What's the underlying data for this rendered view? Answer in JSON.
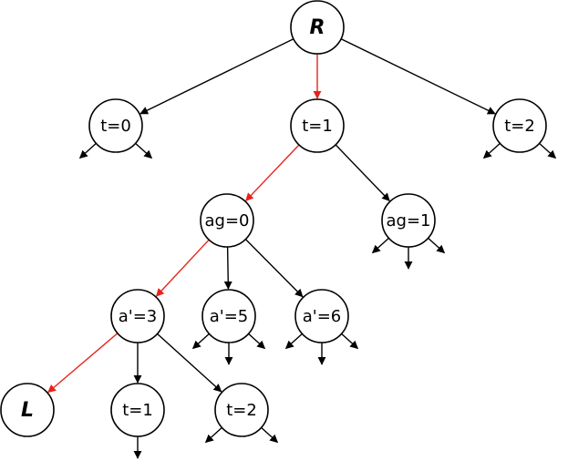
{
  "colors": {
    "edge_default": "#000000",
    "edge_highlight": "#e8231c",
    "node_fill": "#ffffff",
    "node_stroke": "#000000"
  },
  "nodes": [
    {
      "id": "root",
      "label": "R",
      "style": "bold"
    },
    {
      "id": "t0",
      "label": "t=0"
    },
    {
      "id": "t1",
      "label": "t=1"
    },
    {
      "id": "t2",
      "label": "t=2"
    },
    {
      "id": "ag0",
      "label": "ag=0"
    },
    {
      "id": "ag1",
      "label": "ag=1"
    },
    {
      "id": "a3",
      "label": "a'=3"
    },
    {
      "id": "a5",
      "label": "a'=5"
    },
    {
      "id": "a6",
      "label": "a'=6"
    },
    {
      "id": "leaf",
      "label": "L",
      "style": "bold"
    },
    {
      "id": "t1b",
      "label": "t=1"
    },
    {
      "id": "t2b",
      "label": "t=2"
    }
  ],
  "edges": [
    {
      "from": "root",
      "to": "t0"
    },
    {
      "from": "root",
      "to": "t1",
      "highlight": true
    },
    {
      "from": "root",
      "to": "t2"
    },
    {
      "from": "t1",
      "to": "ag0",
      "highlight": true
    },
    {
      "from": "t1",
      "to": "ag1"
    },
    {
      "from": "ag0",
      "to": "a3",
      "highlight": true
    },
    {
      "from": "ag0",
      "to": "a5"
    },
    {
      "from": "ag0",
      "to": "a6"
    },
    {
      "from": "a3",
      "to": "leaf",
      "highlight": true
    },
    {
      "from": "a3",
      "to": "t1b"
    },
    {
      "from": "a3",
      "to": "t2b"
    }
  ]
}
